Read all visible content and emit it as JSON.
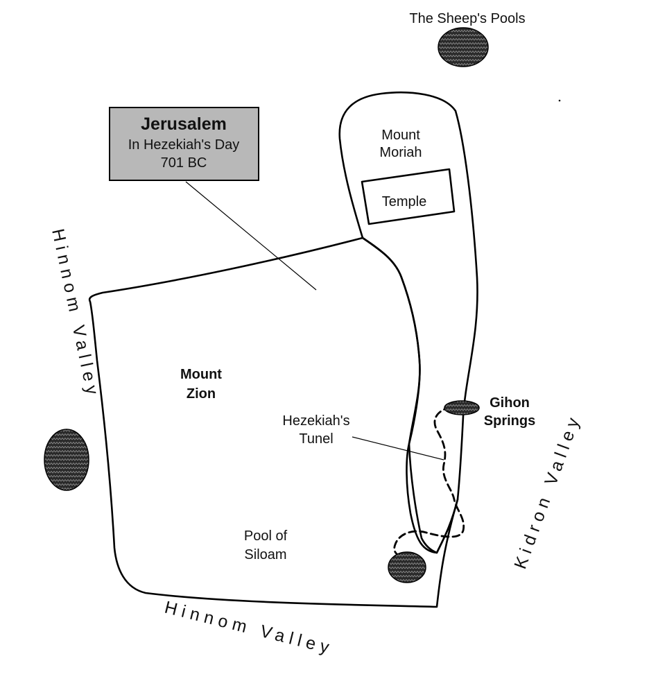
{
  "title_box": {
    "title": "Jerusalem",
    "line1": "In Hezekiah's Day",
    "line2": "701 BC"
  },
  "labels": {
    "sheeps_pools": "The Sheep's Pools",
    "mount_moriah_1": "Mount",
    "mount_moriah_2": "Moriah",
    "temple": "Temple",
    "mount_zion_1": "Mount",
    "mount_zion_2": "Zion",
    "hezekiahs_tunnel_1": "Hezekiah's",
    "hezekiahs_tunnel_2": "Tunel",
    "gihon_1": "Gihon",
    "gihon_2": "Springs",
    "pool_siloam_1": "Pool of",
    "pool_siloam_2": "Siloam"
  },
  "valleys": {
    "hinnom_west": "Hinnom Valley",
    "hinnom_south": "Hinnom Valley",
    "kidron": "Kidron Valley"
  },
  "colors": {
    "title_box_fill": "#b8b8b8",
    "line": "#000000",
    "pool_fill": "#2a2a2a",
    "background": "#ffffff"
  }
}
